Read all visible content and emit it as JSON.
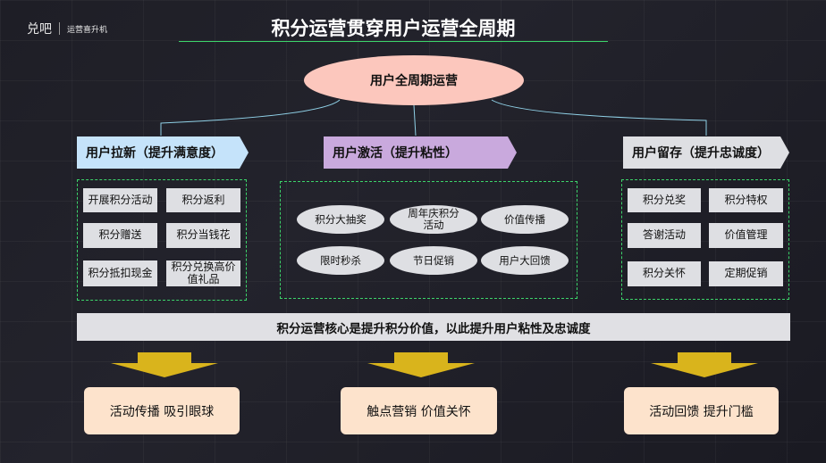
{
  "logo": {
    "brand": "兑吧",
    "sub": "运营喜升机"
  },
  "title": "积分运营贯穿用户运营全周期",
  "center": "用户全周期运营",
  "sections": [
    {
      "header": "用户拉新（提升满意度）",
      "color": "#c5e3fa",
      "items": [
        "开展积分活动",
        "积分返利",
        "积分赠送",
        "积分当钱花",
        "积分抵扣现金",
        "积分兑换高价值礼品"
      ]
    },
    {
      "header": "用户激活（提升粘性）",
      "color": "#c9a9dd",
      "items": [
        "积分大抽奖",
        "周年庆积分活动",
        "价值传播",
        "限时秒杀",
        "节日促销",
        "用户大回馈"
      ]
    },
    {
      "header": "用户留存（提升忠诚度）",
      "color": "#dedfe3",
      "items": [
        "积分兑奖",
        "积分特权",
        "答谢活动",
        "价值管理",
        "积分关怀",
        "定期促销"
      ]
    }
  ],
  "core": "积分运营核心是提升积分价值，以此提升用户粘性及忠诚度",
  "outcomes": [
    "活动传播 吸引眼球",
    "触点营销 价值关怀",
    "活动回馈 提升门槛"
  ],
  "colors": {
    "arrow": "#d9b41c",
    "outcome": "#fde3cc",
    "dash": "#3cd46a"
  }
}
